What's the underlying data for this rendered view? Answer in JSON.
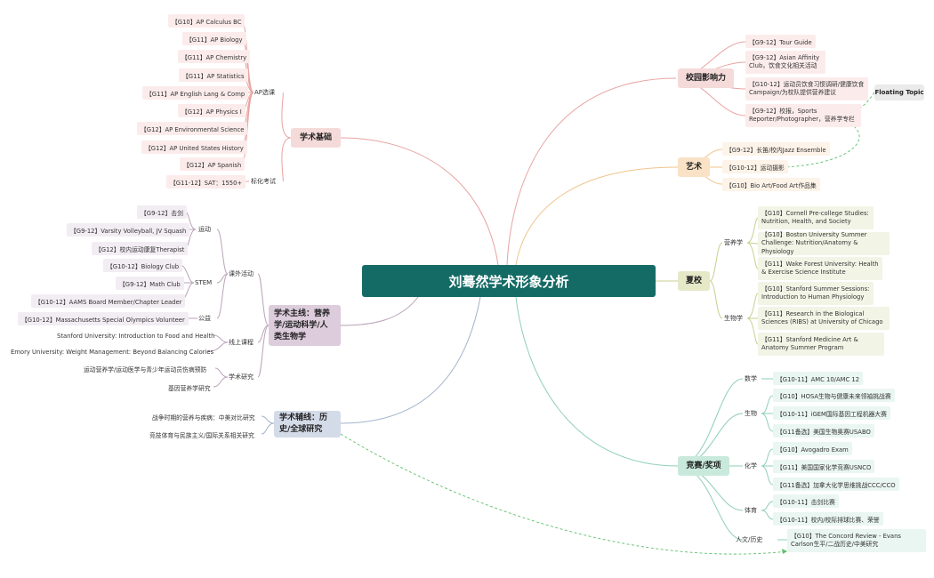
{
  "root": "刘蓦然学术形象分析",
  "floating": "Floating Topic",
  "academic": {
    "title": "学术基础",
    "ap_label": "AP选课",
    "ap": [
      "【G10】AP Calculus BC",
      "【G11】AP Biology",
      "【G11】AP Chemistry",
      "【G11】AP Statistics",
      "【G11】AP English Lang & Comp",
      "【G12】AP Physics I",
      "【G12】AP Environmental Science",
      "【G12】AP United States History",
      "【G12】AP Spanish"
    ],
    "std_label": "标化考试",
    "std": "【G11-12】SAT：1550+"
  },
  "mainline": {
    "title": "学术主线：营养学/运动科学/人类生物学",
    "extra_label": "课外活动",
    "sport_label": "运动",
    "sport": [
      "【G9-12】击剑",
      "【G9-12】Varsity Volleyball, JV Squash",
      "【G12】校内运动康复Therapist"
    ],
    "stem_label": "STEM",
    "stem": [
      "【G10-12】Biology Club",
      "【G9-12】Math Club",
      "【G10-12】AAMS Board Member/Chapter Leader"
    ],
    "pub_label": "公益",
    "pub": [
      "【G10-12】Massachusetts Special Olympics Volunteer"
    ],
    "online_label": "线上课程",
    "online": [
      "Stanford University: Introduction to Food and Health",
      "Emory University: Weight Management: Beyond Balancing Calories"
    ],
    "research_label": "学术研究",
    "research": [
      "运动营养学/运动医学与青少年运动员伤病预防",
      "基因营养学研究"
    ]
  },
  "history": {
    "title": "学术辅线：历史/全球研究",
    "items": [
      "战争时期的营养与疾病：中美对比研究",
      "竞技体育与民族主义/国际关系相关研究"
    ]
  },
  "campus": {
    "title": "校园影响力",
    "items": [
      "【G9-12】Tour Guide",
      "【G9-12】Asian Affinity Club，饮食文化相关活动",
      "【G10-12】运动员饮食习惯调研/健康饮食Campaign/为校队提供营养建议",
      "【G9-12】校报，Sports Reporter/Photographer，营养学专栏"
    ]
  },
  "art": {
    "title": "艺术",
    "items": [
      "【G9-12】长笛/校内Jazz Ensemble",
      "【G10-12】运动摄影",
      "【G10】Bio Art/Food Art作品集"
    ]
  },
  "summer": {
    "title": "夏校",
    "nut_label": "营养学",
    "nut": [
      "【G10】Cornell Pre-college Studies: Nutrition, Health, and Society",
      "【G10】Boston University Summer Challenge: Nutrition/Anatomy & Physiology",
      "【G11】Wake Forest University: Health & Exercise Science Institute"
    ],
    "bio_label": "生物学",
    "bio": [
      "【G10】Stanford Summer Sessions: Introduction to Human Physiology",
      "【G11】Research in the Biological Sciences (RIBS) at University of Chicago",
      "【G11】Stanford Medicine Art & Anatomy Summer Program"
    ]
  },
  "comp": {
    "title": "竞赛/奖项",
    "math_label": "数学",
    "math": [
      "【G10-11】AMC 10/AMC 12"
    ],
    "bio_label": "生物",
    "bio": [
      "【G10】HOSA生物与健康未来领袖挑战赛",
      "【G10-11】iGEM国际基因工程机器大赛",
      "【G11备选】美国生物奥赛USABO"
    ],
    "chem_label": "化学",
    "chem": [
      "【G10】Avogadro Exam",
      "【G11】美国国家化学竞赛USNCO",
      "【G11备选】加拿大化学思维挑战CCC/CCO"
    ],
    "sport_label": "体育",
    "sport": [
      "【G10-11】击剑比赛",
      "【G10-11】校内/校际排球比赛、荣誉"
    ],
    "hum_label": "人文/历史",
    "hum": [
      "【G10】The Concord Review - Evans Carlson生平/二战历史/中美研究"
    ]
  },
  "colors": {
    "root": "#146b66",
    "red": "#e8a3a3",
    "orange": "#f0c48a",
    "olive": "#c9cf8f",
    "green": "#8fcfb6",
    "purple": "#b9a2b8",
    "blue": "#a3b3cc",
    "dashed": "#5cbf6b"
  }
}
